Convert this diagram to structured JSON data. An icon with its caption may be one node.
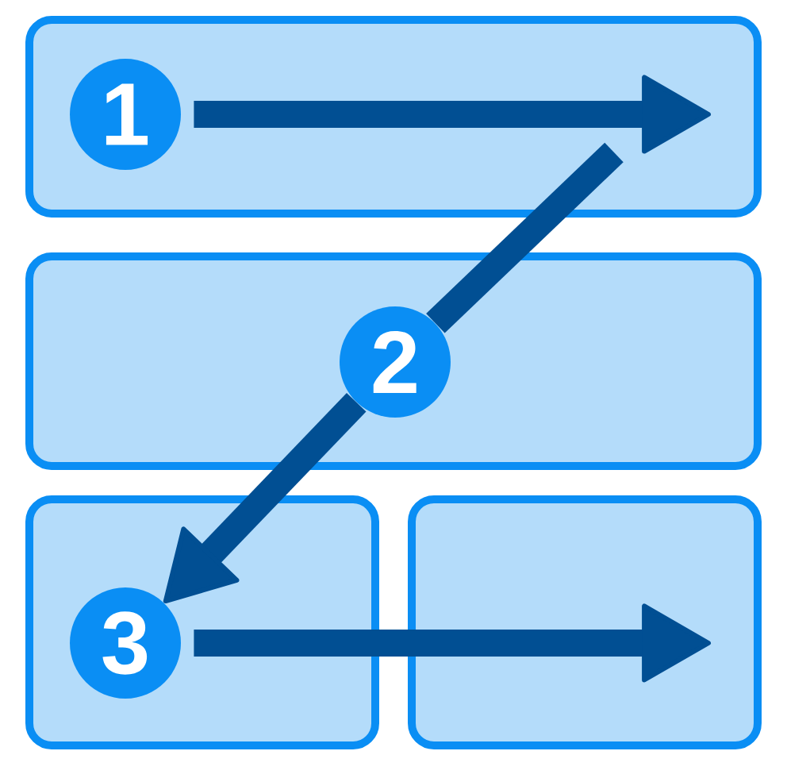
{
  "diagram": {
    "nodes": [
      {
        "text": [],
        "shape": "box"
      },
      {
        "text": [
          "1"
        ],
        "in": 0
      },
      {
        "text": [],
        "shape": "box"
      },
      {
        "text": [
          "2"
        ],
        "in": 2
      },
      {
        "text": [],
        "shape": "box"
      },
      {
        "text": [
          "3"
        ],
        "in": 4
      },
      {
        "text": [],
        "shape": "box"
      }
    ],
    "edges": [
      {
        "from": 1,
        "to": null,
        "arrow": "to"
      },
      {
        "from": null,
        "to": 3,
        "arrow": "none"
      },
      {
        "from": 3,
        "to": 5,
        "arrow": "to"
      },
      {
        "from": 5,
        "to": 6,
        "arrow": "to"
      }
    ]
  }
}
